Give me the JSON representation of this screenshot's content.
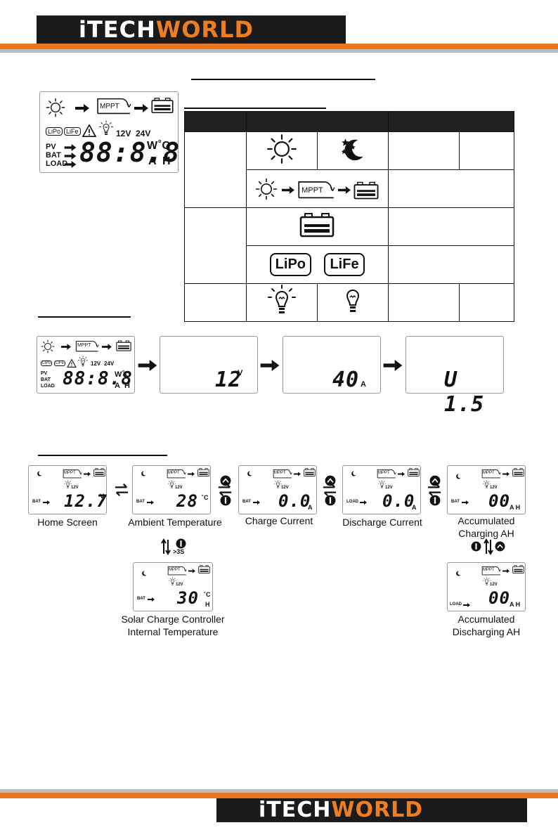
{
  "brand": {
    "prefix": "iTECH",
    "suffix": "WORLD"
  },
  "colors": {
    "accent": "#e8761f",
    "header_bg": "#1b1b1b",
    "table_header": "#222222"
  },
  "main_lcd": {
    "mppt": "MPPT",
    "lipo": "LiPo",
    "life": "LiFe",
    "v12": "12V",
    "v24": "24V",
    "pv": "PV",
    "bat": "BAT",
    "load": "LOAD",
    "digits": "88:8.8",
    "unit_w": "W",
    "unit_c": "˚C",
    "unit_a": "A",
    "unit_h": "H"
  },
  "table": {
    "mppt": "MPPT",
    "lipo": "LiPo",
    "life": "LiFe",
    "icons": [
      "sun-icon",
      "moon-stars-icon",
      "battery-icon",
      "bulb-on-icon",
      "bulb-off-icon"
    ]
  },
  "startup": {
    "screens": [
      {
        "value": "12",
        "unit": "V"
      },
      {
        "value": "40",
        "unit": "A"
      },
      {
        "value": "U 1.5",
        "unit": ""
      }
    ]
  },
  "screens": {
    "mppt": "MPPT",
    "v12": "12V",
    "hold_note": ">3S",
    "items": [
      {
        "id": "home",
        "label_line1": "Home Screen",
        "label_line2": "",
        "src": "BAT",
        "value": "12.7",
        "unit": "V"
      },
      {
        "id": "ambient",
        "label_line1": "Ambient Temperature",
        "label_line2": "",
        "src": "BAT",
        "value": "28",
        "unit": "˚C"
      },
      {
        "id": "charge",
        "label_line1": "Charge Current",
        "label_line2": "",
        "src": "BAT",
        "value": "0.0",
        "unit": "A"
      },
      {
        "id": "discharge",
        "label_line1": "Discharge Current",
        "label_line2": "",
        "src": "LOAD",
        "value": "0.0",
        "unit": "A"
      },
      {
        "id": "acc-charge",
        "label_line1": "Accumulated",
        "label_line2": "Charging AH",
        "src": "BAT",
        "value": "00",
        "unit": "A H"
      },
      {
        "id": "internal",
        "label_line1": "Solar Charge Controller",
        "label_line2": "Internal Temperature",
        "src": "BAT",
        "value": "30",
        "unit": "˚C",
        "unit2": "H"
      },
      {
        "id": "acc-discharge",
        "label_line1": "Accumulated",
        "label_line2": "Discharging AH",
        "src": "LOAD",
        "value": "00",
        "unit": "A H"
      }
    ]
  }
}
